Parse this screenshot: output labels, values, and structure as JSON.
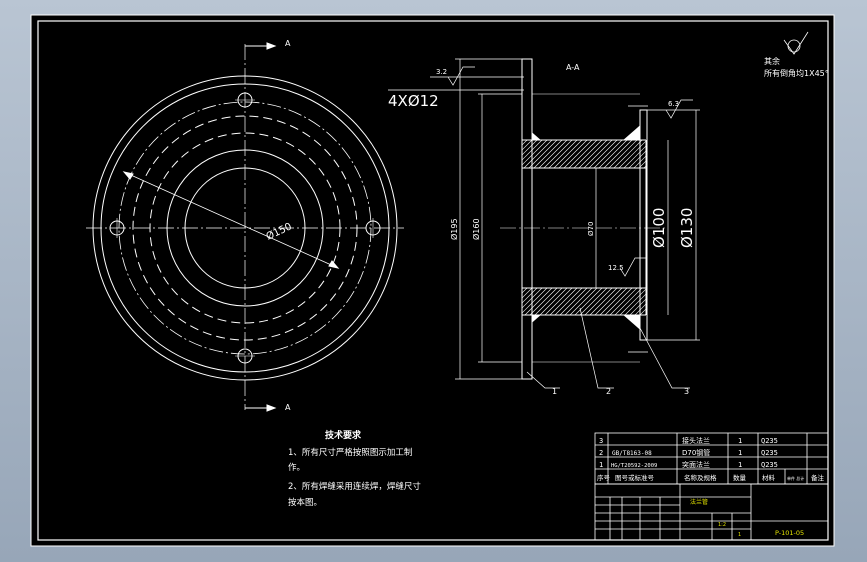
{
  "section_label": "A-A",
  "section_marks": [
    "A",
    "A"
  ],
  "roughness_note": {
    "line1": "其余",
    "line2": "所有倒角均1X45°"
  },
  "dimensions": {
    "holes": "4XØ12",
    "bolt_circle": "Ø150",
    "outer_dia": "Ø195",
    "flange_inner": "Ø160",
    "bore": "Ø70",
    "hub_dia": "Ø100",
    "hub_outer": "Ø130",
    "roughness_a": "3.2",
    "roughness_b": "6.3",
    "roughness_c": "12.5"
  },
  "leaders": [
    "1",
    "2",
    "3"
  ],
  "requirements": {
    "title": "技术要求",
    "line1": "1、所有尺寸严格按照图示加工制",
    "line2": "作。",
    "line3": "2、所有焊缝采用连续焊，焊缝尺寸",
    "line4": "按本图。"
  },
  "parts_table": {
    "rows": [
      {
        "no": "3",
        "code": "",
        "name": "接头法兰",
        "qty": "1",
        "material": "Q235"
      },
      {
        "no": "2",
        "code": "GB/T8163-08",
        "name": "D70钢管",
        "qty": "1",
        "material": "Q235"
      },
      {
        "no": "1",
        "code": "HG/T20592-2009",
        "name": "突面法兰",
        "qty": "1",
        "material": "Q235"
      }
    ],
    "header": {
      "no": "序号",
      "code": "图号或标准号",
      "name": "名称及规格",
      "qty": "数量",
      "material": "材料",
      "weight": "单件 总计",
      "note": "备注"
    }
  },
  "title_block": {
    "label": "法兰管",
    "drawing_no": "P-101-05",
    "scale": "1:2",
    "sheet": "1"
  }
}
